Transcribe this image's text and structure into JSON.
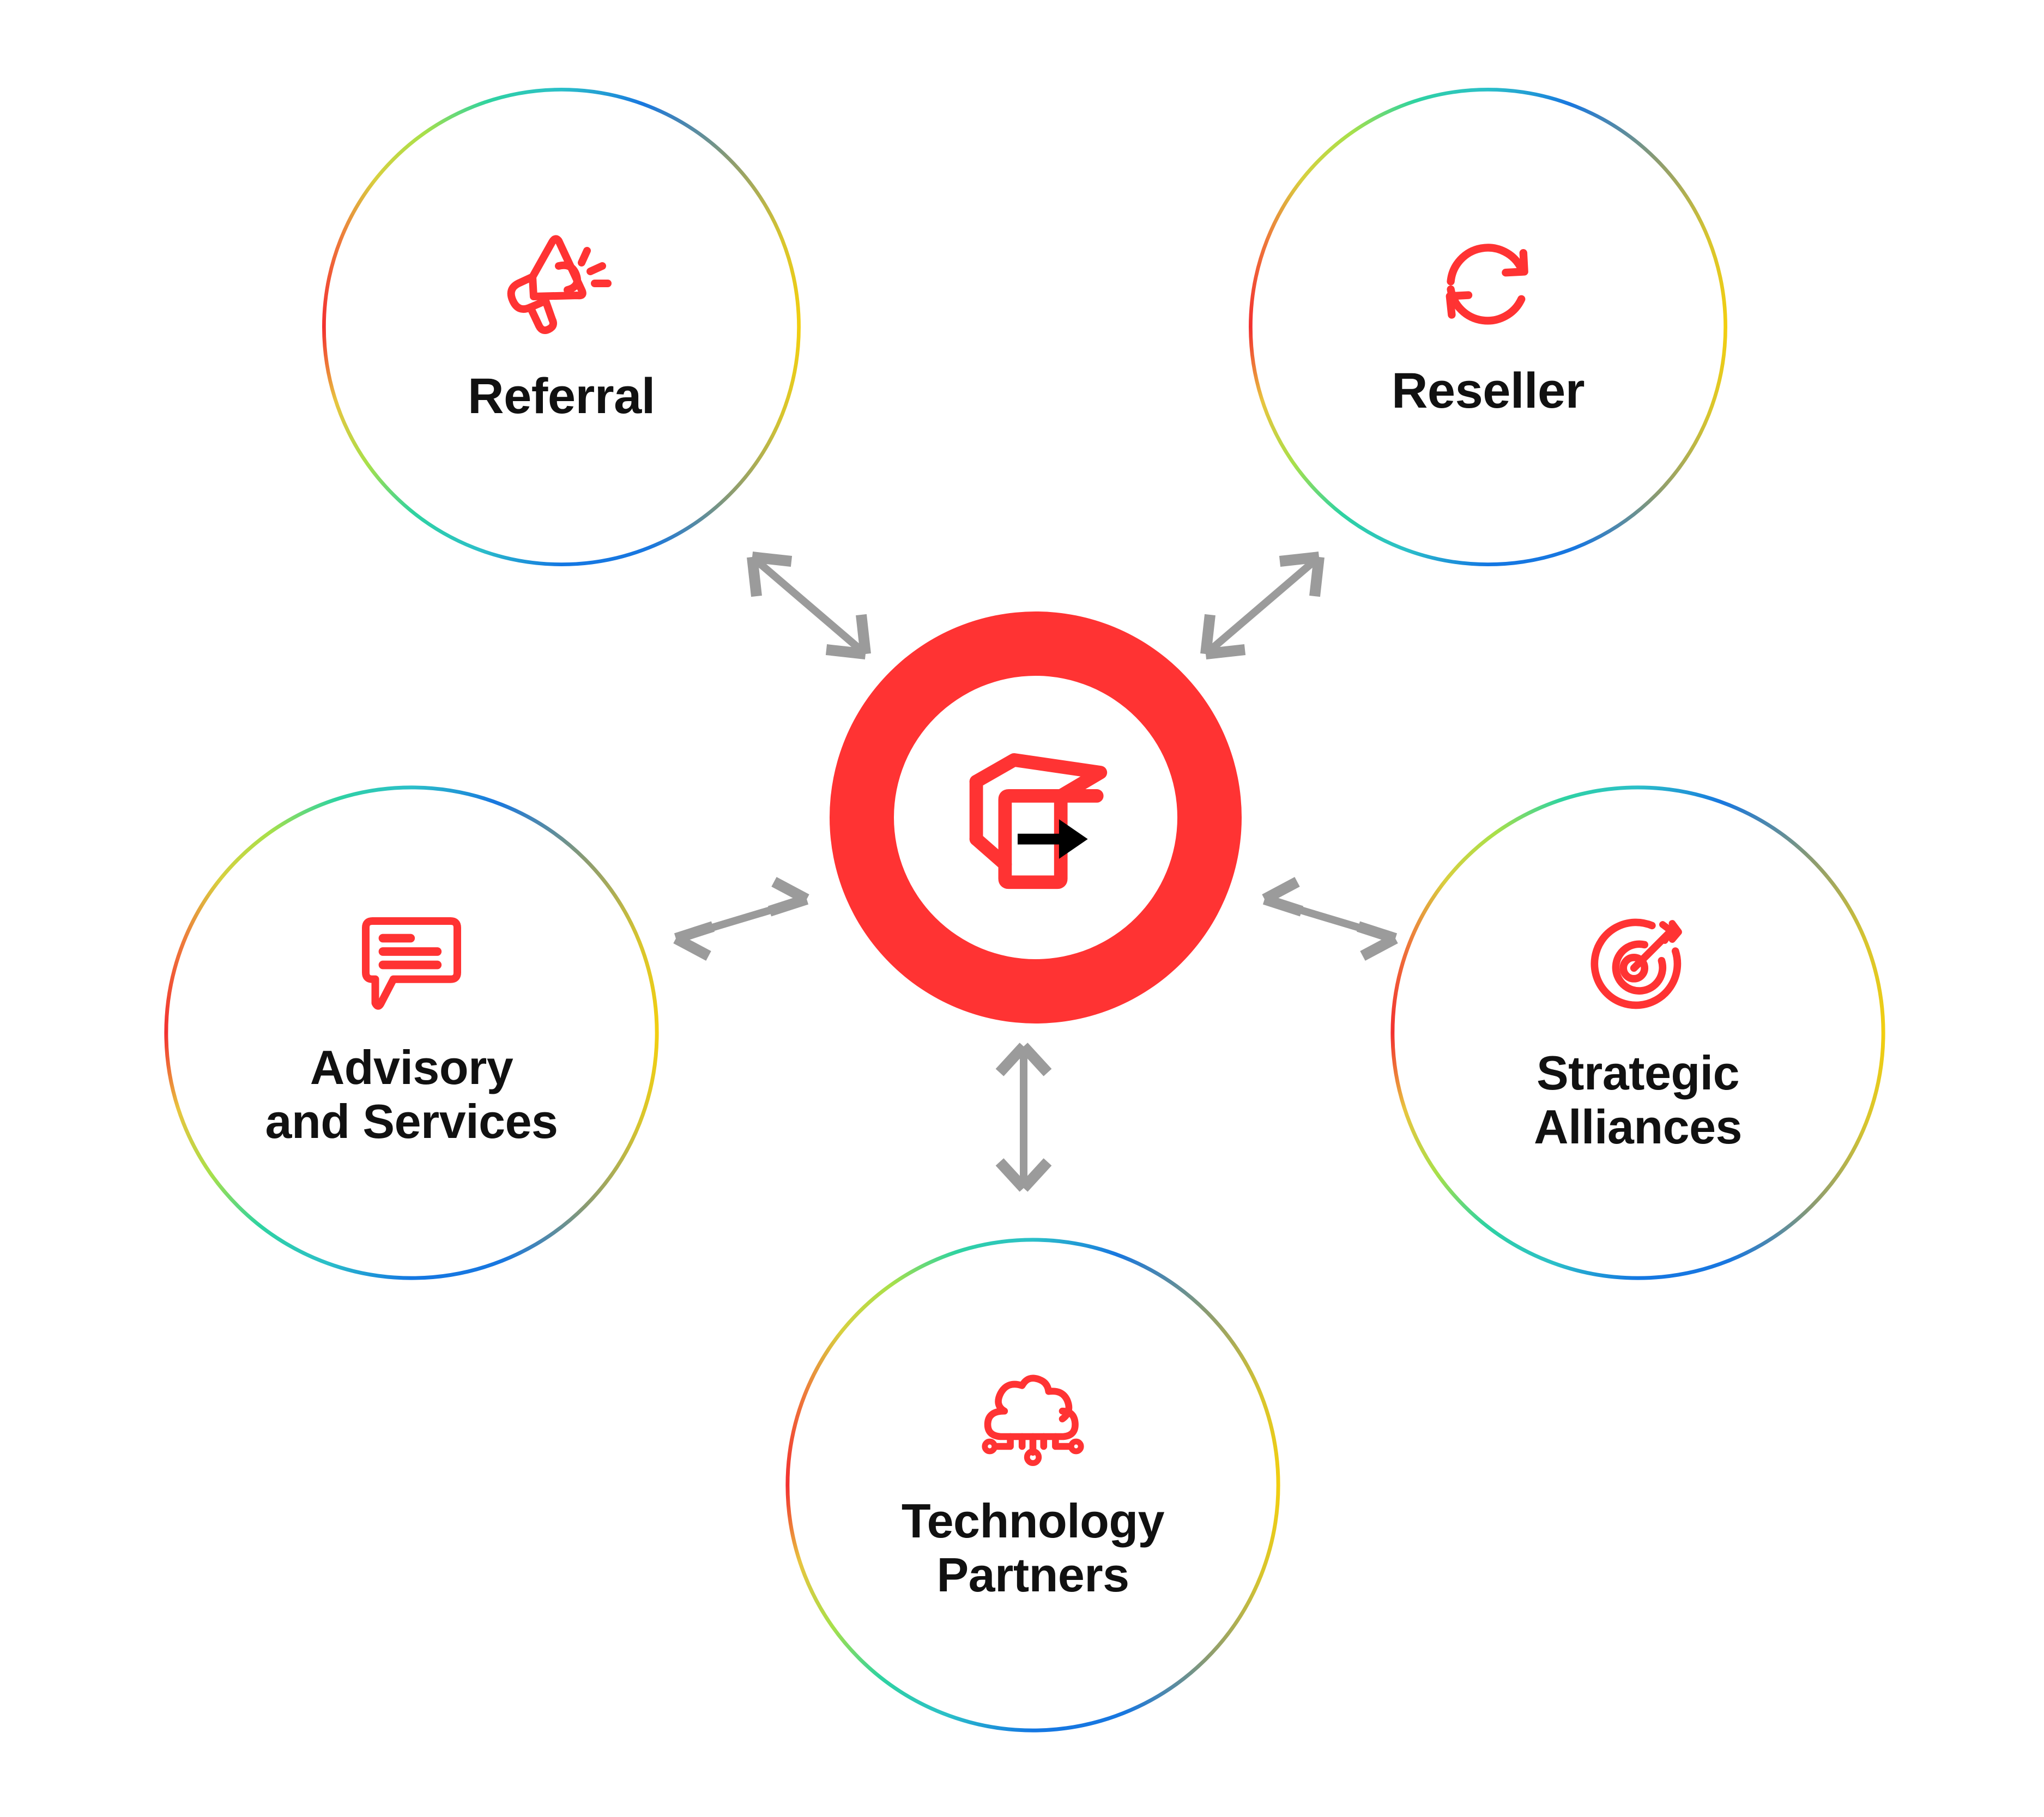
{
  "diagram": {
    "type": "hub-and-spoke",
    "title": "",
    "center": {
      "name": "center-hub",
      "icon": "cube-arrow-icon",
      "ring_color": "#FF3333",
      "inner_color": "#FFFFFF",
      "arrow_color": "#000000"
    },
    "accent_color": "#FF3333",
    "connector_color": "#9B9B9B",
    "ring_gradient_stops": [
      "#F23030",
      "#EE7B3B",
      "#E8C43F",
      "#A8E04A",
      "#2FD3A0",
      "#2BBFC9",
      "#1877E0",
      "#6E9C8E",
      "#C8B93C",
      "#F2CE10",
      "#C8B93C",
      "#6E9C8E",
      "#1877E0",
      "#2BBFC9",
      "#2FD3A0",
      "#A8E04A",
      "#E8C43F",
      "#EE7B3B",
      "#F23030"
    ],
    "nodes": [
      {
        "id": "referral",
        "label": "Referral",
        "icon": "megaphone-icon",
        "position": "top-left"
      },
      {
        "id": "reseller",
        "label": "Reseller",
        "icon": "refresh-cycle-icon",
        "position": "top-right"
      },
      {
        "id": "advisory",
        "label": "Advisory\nand Services",
        "icon": "speech-bubble-icon",
        "position": "middle-left"
      },
      {
        "id": "strategic",
        "label": "Strategic\nAlliances",
        "icon": "target-dart-icon",
        "position": "middle-right"
      },
      {
        "id": "technology",
        "label": "Technology\nPartners",
        "icon": "cloud-network-icon",
        "position": "bottom-center"
      }
    ],
    "connectors": [
      {
        "id": "hub-to-referral",
        "from": "center-hub",
        "to": "referral",
        "style": "double-arrow"
      },
      {
        "id": "hub-to-reseller",
        "from": "center-hub",
        "to": "reseller",
        "style": "double-arrow"
      },
      {
        "id": "hub-to-advisory",
        "from": "center-hub",
        "to": "advisory",
        "style": "double-arrow"
      },
      {
        "id": "hub-to-strategic",
        "from": "center-hub",
        "to": "strategic",
        "style": "double-arrow"
      },
      {
        "id": "hub-to-technology",
        "from": "center-hub",
        "to": "technology",
        "style": "double-arrow"
      }
    ]
  }
}
